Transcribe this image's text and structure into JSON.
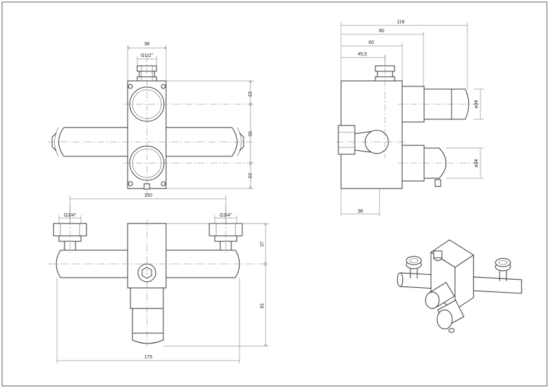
{
  "front_view": {
    "width_top": "38",
    "thread_top": "G1/2\"",
    "upper_offset": "23",
    "center_distance": "55",
    "lower_offset": "23"
  },
  "side_view": {
    "overall_depth": "118",
    "depth_80": "80",
    "depth_60": "60",
    "depth_45": "45,5",
    "knob_dia_upper": "ø34",
    "knob_dia_lower": "ø34",
    "body_depth_bottom": "38"
  },
  "top_view": {
    "inlet_spacing": "150",
    "thread_left": "G3/4\"",
    "thread_right": "G3/4\"",
    "height_37": "37",
    "height_81": "81",
    "overall_width": "175"
  }
}
